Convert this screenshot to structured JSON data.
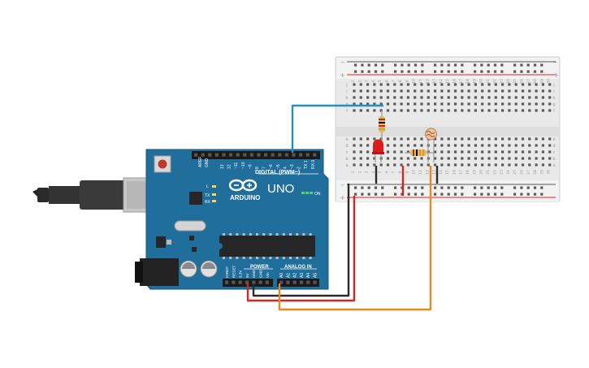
{
  "board": {
    "logo_text": "ARDUINO",
    "model": "UNO",
    "digital_label": "DIGITAL (PWM~)",
    "power_label": "POWER",
    "analog_label": "ANALOG IN",
    "on_label": "ON",
    "tx_label": "TX",
    "rx_label": "RX",
    "l_label": "L",
    "aref_label": "AREF",
    "gnd_label": "GND",
    "digital_pins": [
      "13",
      "12",
      "~11",
      "~10",
      "~9",
      "8",
      "7",
      "~6",
      "~5",
      "4",
      "~3",
      "2",
      "TX 1",
      "RX 0"
    ],
    "power_pins": [
      "IOREF",
      "RESET",
      "3.3V",
      "5V",
      "GND",
      "GND",
      "Vin"
    ],
    "analog_pins": [
      "A0",
      "A1",
      "A2",
      "A3",
      "A4",
      "A5"
    ]
  },
  "breadboard": {
    "columns": [
      "1",
      "2",
      "3",
      "4",
      "5",
      "6",
      "7",
      "8",
      "9",
      "10",
      "11",
      "12",
      "13",
      "14",
      "15",
      "16",
      "17",
      "18",
      "19",
      "20",
      "21",
      "22",
      "23",
      "24",
      "25",
      "26",
      "27",
      "28",
      "29",
      "30"
    ],
    "rows_top": [
      "j",
      "i",
      "h",
      "g",
      "f"
    ],
    "rows_bottom": [
      "e",
      "d",
      "c",
      "b",
      "a"
    ],
    "rail_plus": "+",
    "rail_minus": "−"
  },
  "colors": {
    "board": "#1f6e9c",
    "wire_blue": "#2590c4",
    "wire_red": "#d6261e",
    "wire_black": "#2b2b2b",
    "wire_orange": "#e58a1f",
    "led": "#d91c1c"
  },
  "icons": [
    "usb-cable-icon",
    "power-jack-icon",
    "reset-button-icon",
    "capacitor-icon",
    "crystal-icon",
    "chip-icon",
    "led-icon",
    "resistor-icon",
    "photoresistor-icon"
  ]
}
